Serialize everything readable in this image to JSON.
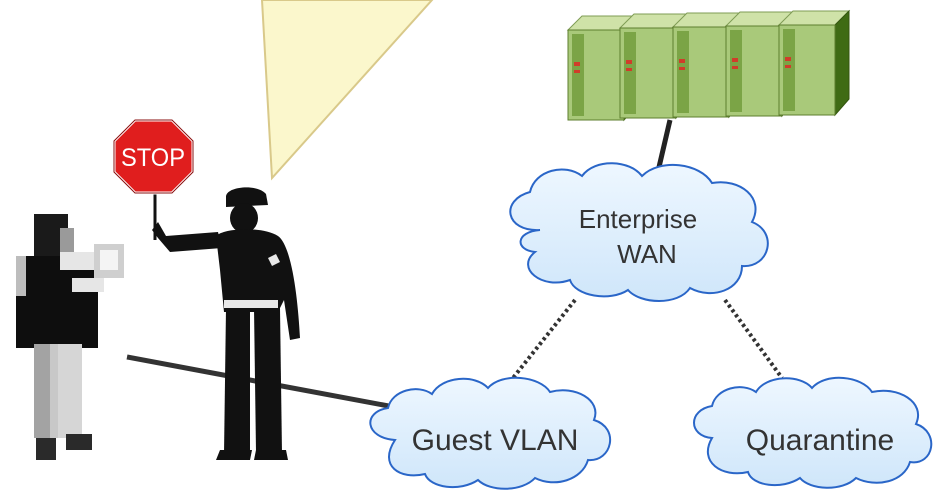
{
  "sign": {
    "text": "STOP"
  },
  "clouds": {
    "enterprise": {
      "line1": "Enterprise",
      "line2": "WAN"
    },
    "guest": {
      "label": "Guest VLAN"
    },
    "quarantine": {
      "label": "Quarantine"
    }
  },
  "colors": {
    "beam": "#fbf7cc",
    "beam_edge": "#d9c98a",
    "cloud_fill": "#d8ecfb",
    "cloud_edge": "#2a66c8",
    "server_front": "#4b7a1c",
    "server_side": "#8fb858",
    "server_top": "#c6dda0",
    "stop_red": "#e01e1e",
    "line": "#333333"
  },
  "icons": [
    "user-with-device",
    "security-guard",
    "stop-sign",
    "server-rack",
    "cloud"
  ]
}
